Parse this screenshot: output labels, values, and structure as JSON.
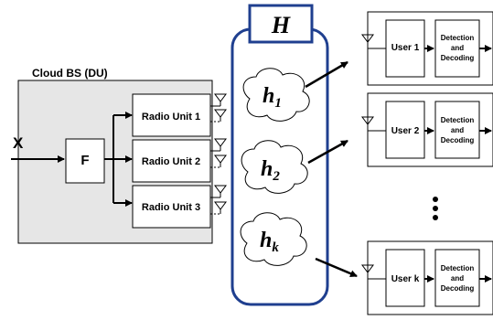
{
  "cloud_bs": {
    "label": "Cloud BS (DU)"
  },
  "input": {
    "label": "X"
  },
  "precoder": {
    "label": "F"
  },
  "radio_units": [
    "Radio Unit 1",
    "Radio Unit 2",
    "Radio Unit 3"
  ],
  "channel": {
    "title": "H",
    "blocks": [
      {
        "main": "h",
        "sub": "1"
      },
      {
        "main": "h",
        "sub": "2"
      },
      {
        "main": "h",
        "sub": "k"
      }
    ]
  },
  "users": [
    {
      "label": "User 1",
      "processing": [
        "Detection",
        "and",
        "Decoding"
      ]
    },
    {
      "label": "User 2",
      "processing": [
        "Detection",
        "and",
        "Decoding"
      ]
    },
    {
      "label": "User k",
      "processing": [
        "Detection",
        "and",
        "Decoding"
      ]
    }
  ],
  "colors": {
    "channel_border": "#1f3f8f",
    "cloud_bg": "#e6e6e6",
    "stroke": "#000000"
  }
}
